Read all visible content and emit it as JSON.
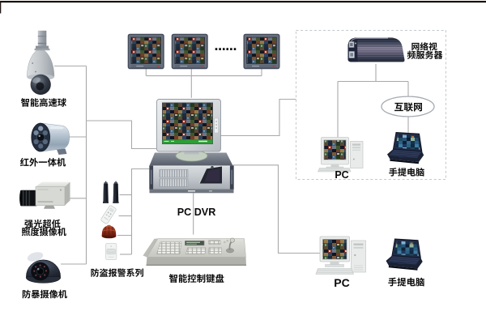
{
  "canvas": {
    "background": "#ffffff",
    "top_bar_color": "#17100e",
    "line_color": "#a9a9a9",
    "dashed_box_color": "#c5c8cb",
    "label_color": "#0a0a0a"
  },
  "camera_column": {
    "speed_dome_label": "智能高速球",
    "ir_camera_label": "红外一体机",
    "low_lux_camera_label_line1": "强光超低",
    "low_lux_camera_label_line2": "照度摄像机",
    "vandal_dome_label": "防暴摄像机"
  },
  "alarm_series": {
    "label": "防盗报警系列"
  },
  "monitor_wall": {
    "ellipsis": "......"
  },
  "recorder": {
    "dvr_label": "PC DVR",
    "keyboard_label": "智能控制键盘"
  },
  "network_zone": {
    "video_server_label_line1": "网络视",
    "video_server_label_line2": "频服务器",
    "internet_label": "互联网",
    "pc_label": "PC",
    "laptop_label": "手提电脑"
  },
  "remote_zone": {
    "pc_label": "PC",
    "laptop_label": "手提电脑"
  }
}
